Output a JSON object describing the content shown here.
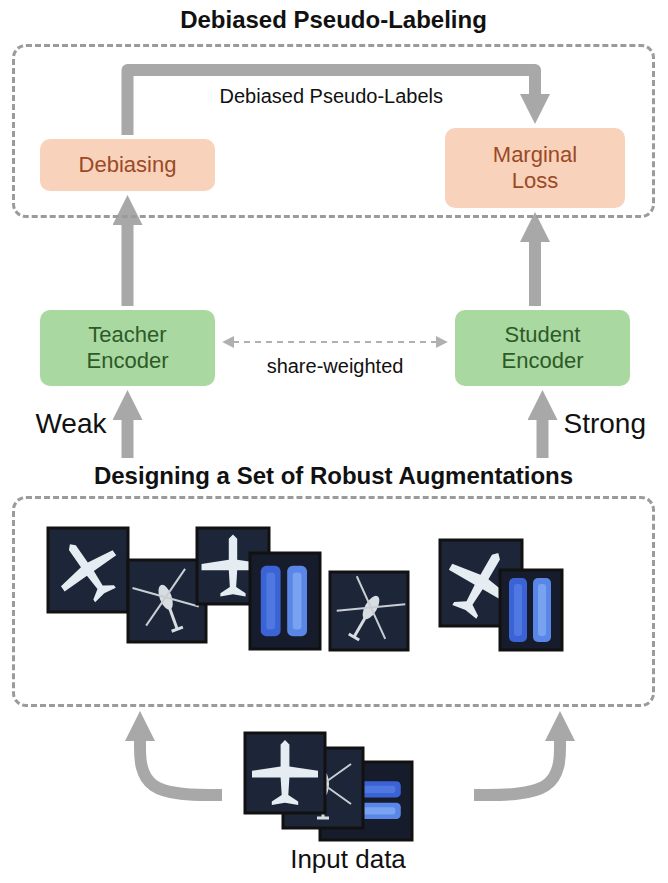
{
  "diagram": {
    "nodes": [
      {
        "text": [
          "Debiased Pseudo-Labeling"
        ]
      },
      {
        "text": [
          "Debiasing"
        ],
        "in": 0
      },
      {
        "text": [
          "Marginal Loss"
        ],
        "in": 0
      },
      {
        "text": [
          "Teacher Encoder"
        ]
      },
      {
        "text": [
          "Student Encoder"
        ]
      },
      {
        "text": [
          "Designing a Set of Robust Augmentations"
        ]
      },
      {
        "text": [
          "Input data"
        ]
      }
    ],
    "edges": [
      {
        "from": 6,
        "to": 5,
        "arrow": "to"
      },
      {
        "from": 6,
        "to": 5,
        "arrow": "to"
      },
      {
        "from": 5,
        "to": 3,
        "arrow": "to",
        "label": "Weak"
      },
      {
        "from": 5,
        "to": 4,
        "arrow": "to",
        "label": "Strong"
      },
      {
        "from": 3,
        "to": 1,
        "arrow": "to"
      },
      {
        "from": 4,
        "to": 2,
        "arrow": "to"
      },
      {
        "from": 1,
        "to": 2,
        "arrow": "to",
        "label": "Debiased Pseudo-Labels"
      },
      {
        "from": 3,
        "to": 4,
        "arrow": "both",
        "label": "share-weighted"
      }
    ]
  }
}
